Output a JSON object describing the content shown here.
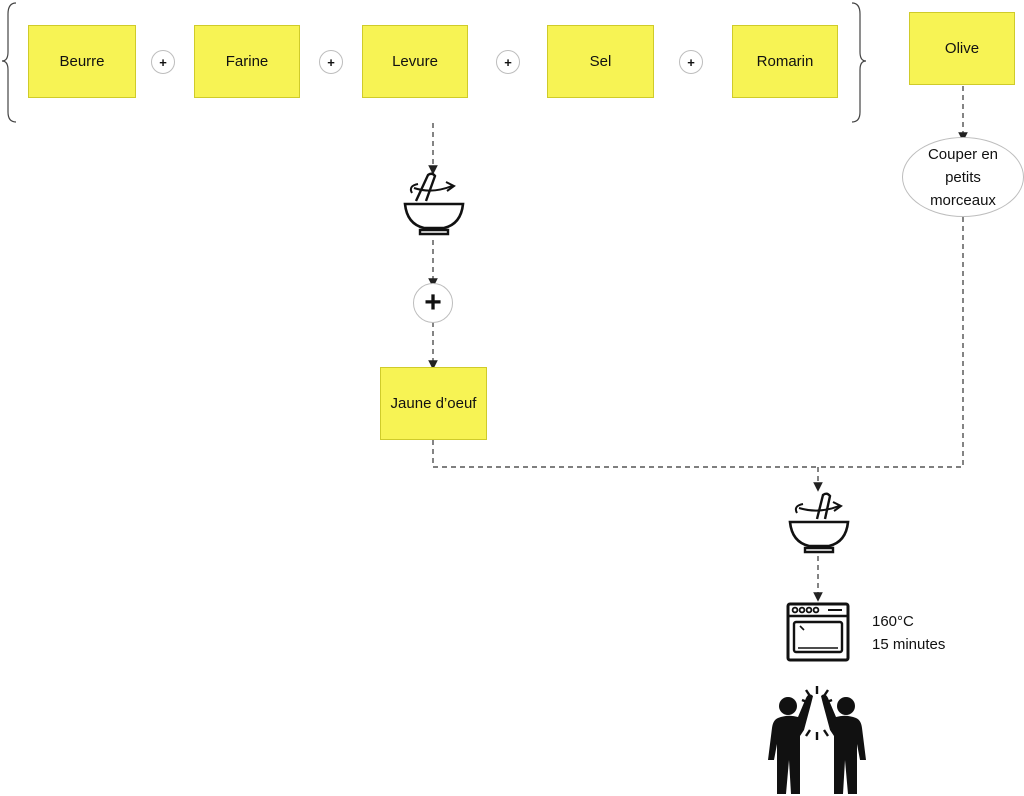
{
  "ingredients_group": [
    {
      "label": "Beurre"
    },
    {
      "label": "Farine"
    },
    {
      "label": "Levure"
    },
    {
      "label": "Sel"
    },
    {
      "label": "Romarin"
    }
  ],
  "plus_symbol": "+",
  "olive": {
    "label": "Olive"
  },
  "cut_step": {
    "label": "Couper en petits morceaux"
  },
  "yolk": {
    "label": "Jaune d’oeuf"
  },
  "icons": {
    "mix_1": "mixing-bowl-icon",
    "mix_2": "mixing-bowl-icon",
    "add": "plus-icon",
    "oven": "oven-icon",
    "celebrate": "high-five-icon"
  },
  "oven_settings": {
    "temperature": "160°C",
    "duration": "15 minutes"
  },
  "colors": {
    "box_fill": "#f7f354",
    "line": "#333333"
  }
}
